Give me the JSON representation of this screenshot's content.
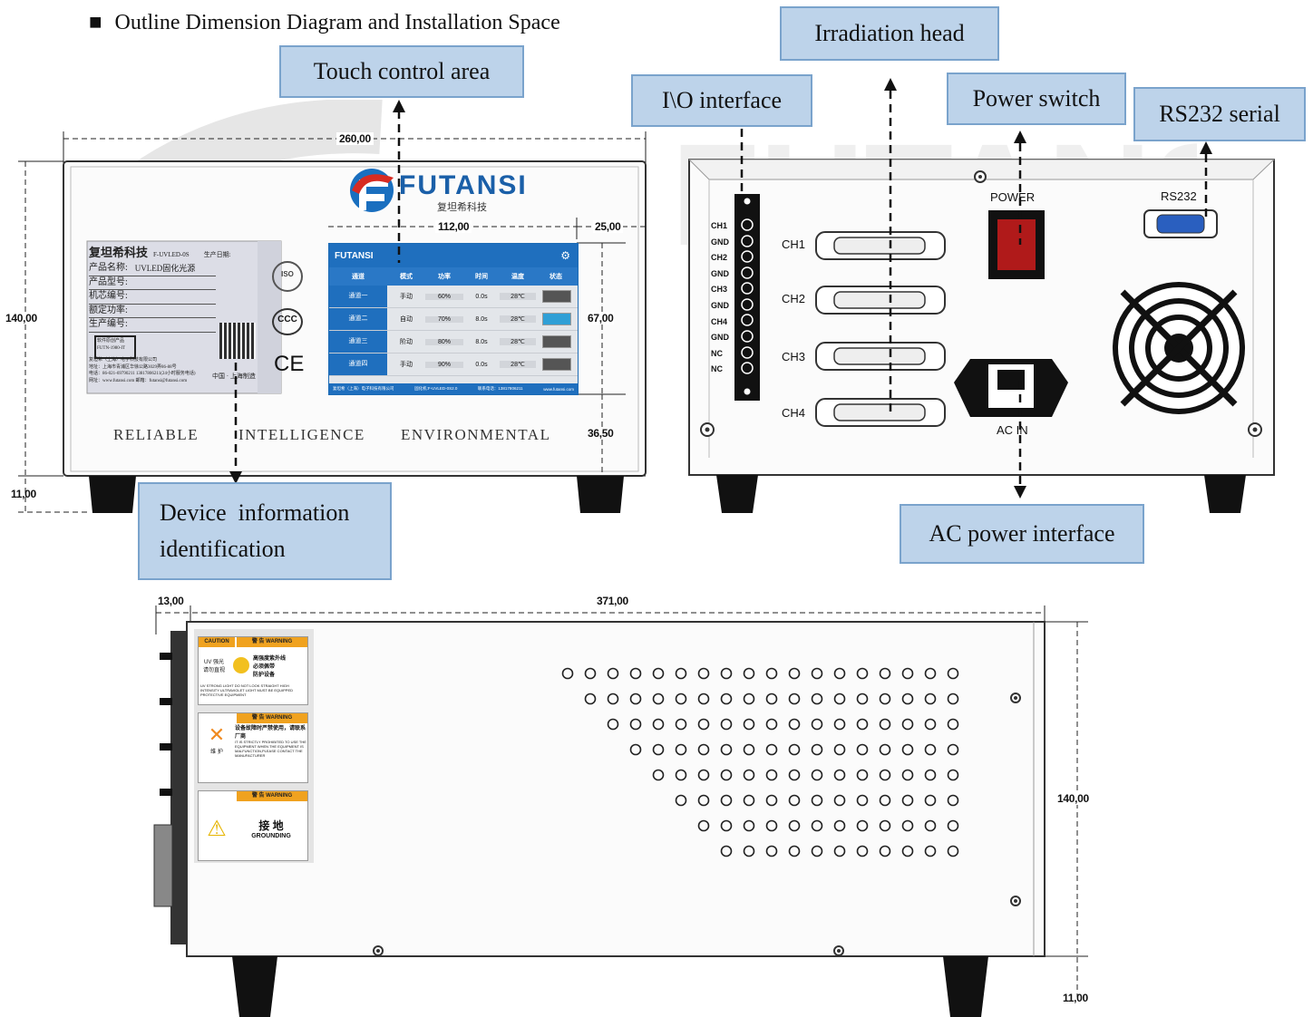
{
  "heading": {
    "bullet": "■",
    "title": "Outline Dimension Diagram and Installation Space"
  },
  "callouts": {
    "touch_control": "Touch control area",
    "irradiation_head": "Irradiation head",
    "io_interface": "I\\O interface",
    "power_switch": "Power switch",
    "rs232_serial": "RS232 serial",
    "device_info_line1": "Device  information",
    "device_info_line2": "identification",
    "ac_power": "AC power interface"
  },
  "front_view": {
    "dim_width": "260,00",
    "dim_height": "140,00",
    "dim_screen_width": "112,00",
    "dim_screen_right": "25,00",
    "dim_screen_height": "67,00",
    "dim_screen_bottom": "36,50",
    "dim_foot": "11,00",
    "brand": "FUTANSI",
    "brand_sub": "复坦希科技",
    "slogans": [
      "RELIABLE",
      "INTELLIGENCE",
      "ENVIRONMENTAL"
    ],
    "label": {
      "company": "复坦希科技",
      "model": "F-UVLED-0S",
      "date": "生产日期:",
      "fields": [
        "产品名称:",
        "产品型号:",
        "机芯编号:",
        "额定功率:",
        "生产编号:"
      ],
      "product_name": "UVLED固化光源",
      "made_in": "中国 · 上海制造",
      "footer_lines": [
        "复坦希（上海）电子科技有限公司",
        "地址：上海市青浦区华徐公路3029弄86-88号",
        "电话：86-021-69790211   13817806211(24小时服务电话)",
        "网址：www.futansi.com   邮箱：futansi@futansi.com"
      ],
      "cert_badge": "软件原创产品",
      "cert_badge_2": "FUTN-1980-IT"
    },
    "screen": {
      "brand": "FUTANSI",
      "headers": [
        "通道",
        "模式",
        "功率",
        "时间",
        "温度",
        "状态"
      ],
      "rows": [
        [
          "通道一",
          "手动",
          "60%",
          "0.0s",
          "28℃"
        ],
        [
          "通道二",
          "自动",
          "70%",
          "8.0s",
          "28℃"
        ],
        [
          "通道三",
          "阶动",
          "80%",
          "8.0s",
          "28℃"
        ],
        [
          "通道四",
          "手动",
          "90%",
          "0.0s",
          "28℃"
        ]
      ],
      "footer_left": "复坦希（上海）电子科技有限公司",
      "footer_mid": "固化机:F-UVLED-0S2.0",
      "footer_phone": "联系电话：13817806211",
      "footer_url": "www.futansi.com"
    }
  },
  "rear_view": {
    "io_labels": [
      "CH1",
      "GND",
      "CH2",
      "GND",
      "CH3",
      "GND",
      "CH4",
      "GND",
      "NC",
      "NC"
    ],
    "channels": [
      "CH1",
      "CH2",
      "CH3",
      "CH4"
    ],
    "power_label": "POWER",
    "rs232_label": "RS232",
    "ac_label": "AC IN"
  },
  "side_view": {
    "dim_left": "13,00",
    "dim_length": "371,00",
    "dim_height": "140,00",
    "dim_foot": "11,00",
    "warnings": [
      {
        "caution": "CAUTION",
        "title": "警 告 WARNING",
        "left": "UV 强光\n请勿直视",
        "right": "高强度紫外线\n必须佩带\n防护设备",
        "footer": "UV STRONG LIGHT DO NOT LOOK STRAIGHT   HIGH INTENSITY ULTRAVIOLET LIGHT MUST BE EQUIPPED PROTECTIVE EQUIPMENT"
      },
      {
        "title": "警 告 WARNING",
        "left": "维 护",
        "right": "设备故障时严禁使用，请联系厂商",
        "footer": "IT IS STRICTLY PROHIBITED TO USE THE EQUIPMENT WHEN THE EQUIPMENT IS MALFUNCTION,PLEASE CONTACT THE MANUFACTURER"
      },
      {
        "title": "警 告 WARNING",
        "right": "接 地",
        "right_en": "GROUNDING"
      }
    ]
  }
}
